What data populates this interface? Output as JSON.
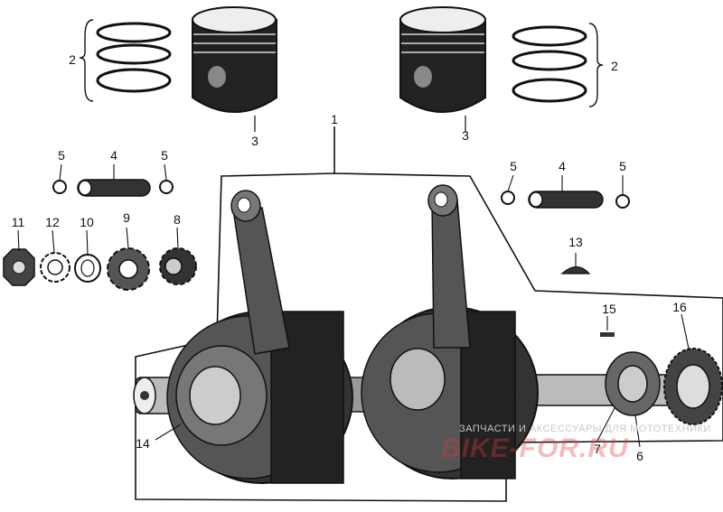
{
  "diagram": {
    "callouts": {
      "c1": "1",
      "c2_left": "2",
      "c2_right": "2",
      "c3_left": "3",
      "c3_right": "3",
      "c4_left": "4",
      "c4_right": "4",
      "c5_a": "5",
      "c5_b": "5",
      "c5_c": "5",
      "c5_d": "5",
      "c6": "6",
      "c7": "7",
      "c8": "8",
      "c9": "9",
      "c10": "10",
      "c11": "11",
      "c12": "12",
      "c13": "13",
      "c14": "14",
      "c15": "15",
      "c16": "16"
    },
    "watermark": {
      "line1": "ЗАПЧАСТИ И АКСЕССУАРЫ ДЛЯ МОТОТЕХНИКИ",
      "line2": "BIKE-FOR.RU"
    },
    "colors": {
      "ink": "#111111",
      "background": "#ffffff",
      "watermark_red": "#dc3c3c"
    }
  }
}
